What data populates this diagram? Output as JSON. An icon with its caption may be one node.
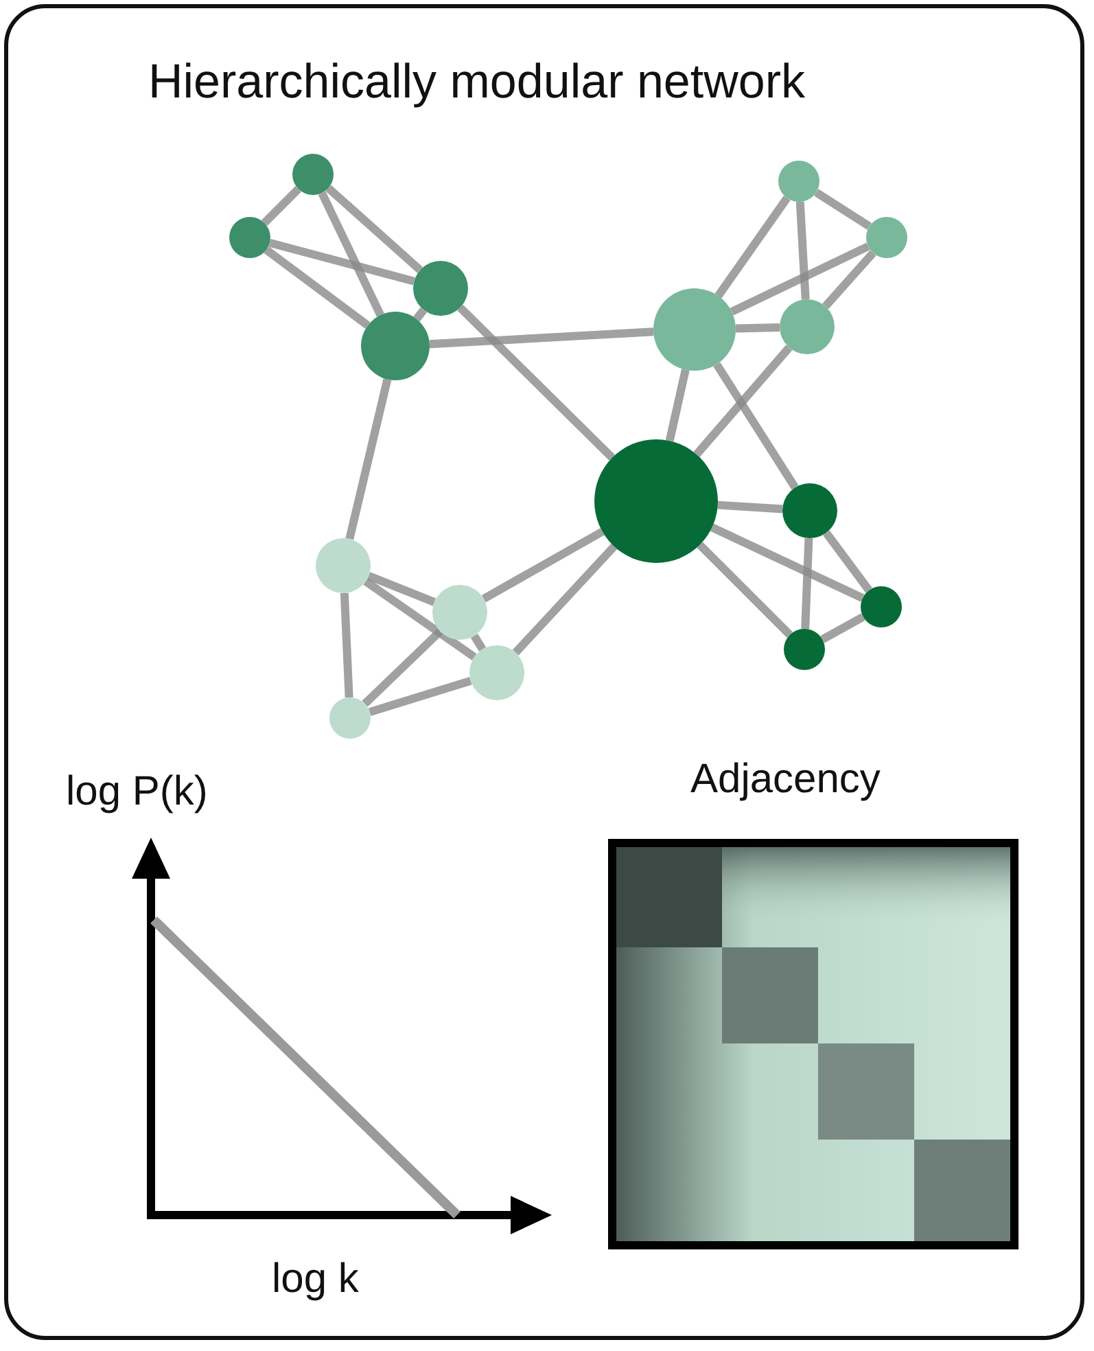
{
  "diagram": {
    "title": "Hierarchically modular network",
    "nodes": [
      {
        "text": [],
        "shape": "circle"
      },
      {
        "text": [],
        "shape": "circle"
      },
      {
        "text": [],
        "shape": "circle"
      },
      {
        "text": [],
        "shape": "circle"
      },
      {
        "text": [],
        "shape": "circle"
      },
      {
        "text": [],
        "shape": "circle"
      },
      {
        "text": [],
        "shape": "circle"
      },
      {
        "text": [],
        "shape": "circle"
      },
      {
        "text": [],
        "shape": "circle"
      },
      {
        "text": [],
        "shape": "circle"
      },
      {
        "text": [],
        "shape": "circle"
      },
      {
        "text": [],
        "shape": "circle"
      },
      {
        "text": [],
        "shape": "circle"
      },
      {
        "text": [],
        "shape": "circle"
      },
      {
        "text": [],
        "shape": "circle"
      },
      {
        "text": [],
        "shape": "circle"
      }
    ],
    "edges": [
      {
        "from": 0,
        "to": 1,
        "arrow": "none"
      },
      {
        "from": 0,
        "to": 2,
        "arrow": "none"
      },
      {
        "from": 0,
        "to": 3,
        "arrow": "none"
      },
      {
        "from": 1,
        "to": 2,
        "arrow": "none"
      },
      {
        "from": 1,
        "to": 3,
        "arrow": "none"
      },
      {
        "from": 2,
        "to": 3,
        "arrow": "none"
      },
      {
        "from": 2,
        "to": 8,
        "arrow": "none"
      },
      {
        "from": 3,
        "to": 6,
        "arrow": "none"
      },
      {
        "from": 3,
        "to": 12,
        "arrow": "none"
      },
      {
        "from": 4,
        "to": 5,
        "arrow": "none"
      },
      {
        "from": 4,
        "to": 6,
        "arrow": "none"
      },
      {
        "from": 4,
        "to": 7,
        "arrow": "none"
      },
      {
        "from": 5,
        "to": 6,
        "arrow": "none"
      },
      {
        "from": 5,
        "to": 7,
        "arrow": "none"
      },
      {
        "from": 6,
        "to": 7,
        "arrow": "none"
      },
      {
        "from": 6,
        "to": 8,
        "arrow": "none"
      },
      {
        "from": 6,
        "to": 9,
        "arrow": "none"
      },
      {
        "from": 7,
        "to": 8,
        "arrow": "none"
      },
      {
        "from": 8,
        "to": 9,
        "arrow": "none"
      },
      {
        "from": 8,
        "to": 10,
        "arrow": "none"
      },
      {
        "from": 8,
        "to": 11,
        "arrow": "none"
      },
      {
        "from": 9,
        "to": 10,
        "arrow": "none"
      },
      {
        "from": 9,
        "to": 11,
        "arrow": "none"
      },
      {
        "from": 10,
        "to": 11,
        "arrow": "none"
      },
      {
        "from": 8,
        "to": 13,
        "arrow": "none"
      },
      {
        "from": 8,
        "to": 14,
        "arrow": "none"
      },
      {
        "from": 12,
        "to": 13,
        "arrow": "none"
      },
      {
        "from": 12,
        "to": 14,
        "arrow": "none"
      },
      {
        "from": 12,
        "to": 15,
        "arrow": "none"
      },
      {
        "from": 13,
        "to": 14,
        "arrow": "none"
      },
      {
        "from": 13,
        "to": 15,
        "arrow": "none"
      },
      {
        "from": 14,
        "to": 15,
        "arrow": "none"
      }
    ],
    "labels": [
      "log P(k)",
      "Adjacency",
      "log k"
    ]
  }
}
